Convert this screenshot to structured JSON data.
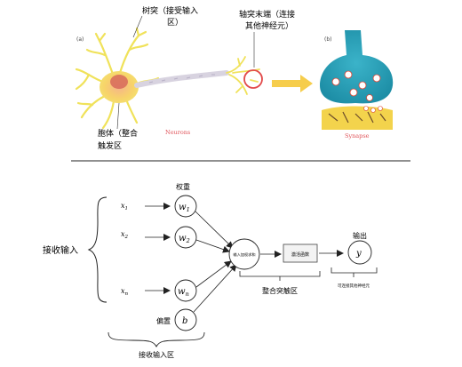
{
  "top": {
    "panel_a_label": "(a)",
    "panel_b_label": "(b)",
    "dendrite_label_line1": "树突（接受输入",
    "dendrite_label_line2": "区）",
    "axon_label_line1": "轴突末端（连接",
    "axon_label_line2": "其他神经元）",
    "soma_label_line1": "胞体（整合",
    "soma_label_line2": "触发区",
    "neurons_caption": "Neurons",
    "synapse_caption": "Synapse",
    "caption_color": "#e0545a"
  },
  "bottom": {
    "inputs": [
      {
        "name": "x",
        "sub": "1"
      },
      {
        "name": "x",
        "sub": "2"
      },
      {
        "name": "x",
        "sub": "n"
      }
    ],
    "weights": [
      {
        "name": "w",
        "sub": "1"
      },
      {
        "name": "w",
        "sub": "2"
      },
      {
        "name": "w",
        "sub": "n"
      }
    ],
    "bias": "b",
    "bias_label": "偏置",
    "weights_label": "权重",
    "receive_input_label": "接收输入",
    "receive_input_region_label": "接收输入区",
    "sum_node_label": "输入加权求和",
    "activation_label": "激活函数",
    "output_label": "输出",
    "output_symbol": "y",
    "integration_label": "整合突触区",
    "connect_label": "可连接其他神经元"
  }
}
